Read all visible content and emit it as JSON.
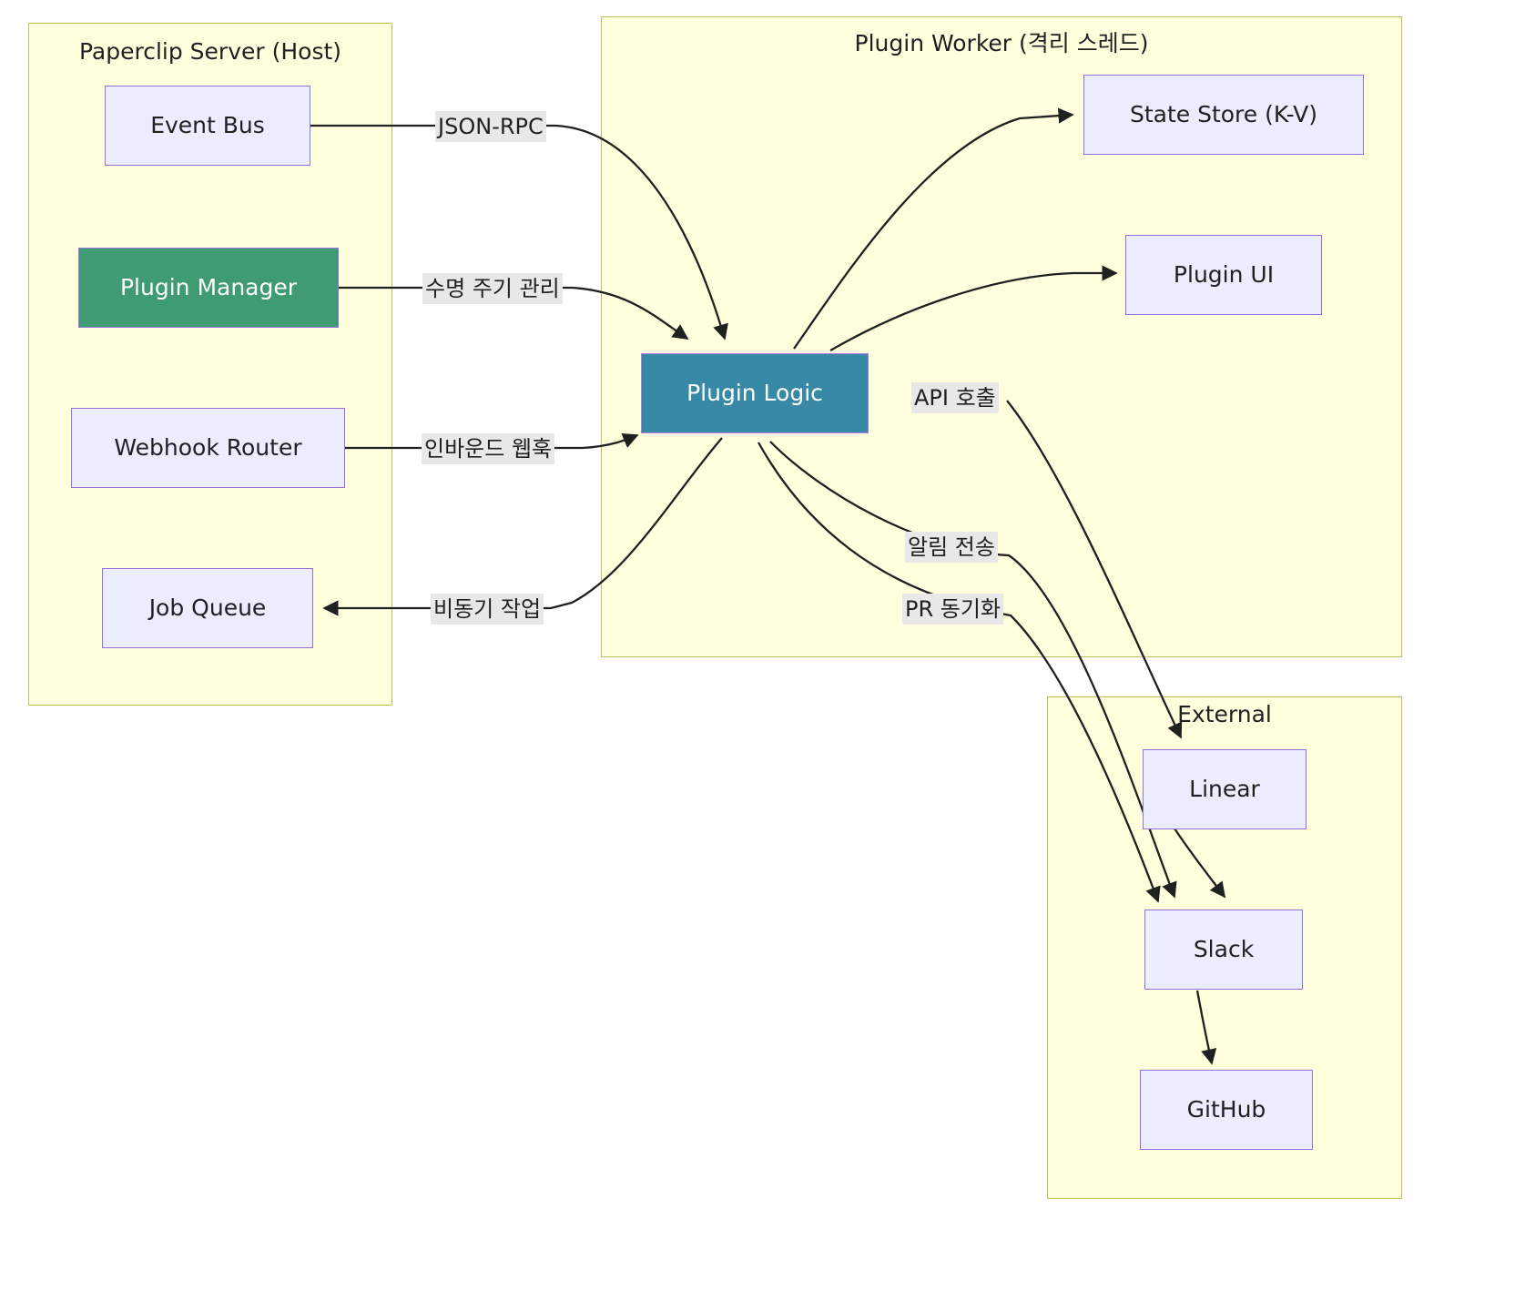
{
  "diagram": {
    "title": "Paperclip plugin architecture flowchart",
    "colors": {
      "cluster_fill": "#ffffde",
      "cluster_stroke": "#bfbf5f",
      "node_fill": "#ececff",
      "node_stroke": "#9370db",
      "accent_green": "#3e9b72",
      "accent_teal": "#3789a5",
      "edge_stroke": "#1f2020",
      "edge_label_bg": "#e8e8e8"
    },
    "clusters": [
      {
        "id": "host",
        "label": "Paperclip Server (Host)"
      },
      {
        "id": "worker",
        "label": "Plugin Worker (격리 스레드)"
      },
      {
        "id": "external",
        "label": "External"
      }
    ],
    "nodes": [
      {
        "id": "event-bus",
        "label": "Event Bus",
        "cluster": "host",
        "style": "default"
      },
      {
        "id": "plugin-manager",
        "label": "Plugin Manager",
        "cluster": "host",
        "style": "green"
      },
      {
        "id": "webhook-router",
        "label": "Webhook Router",
        "cluster": "host",
        "style": "default"
      },
      {
        "id": "job-queue",
        "label": "Job Queue",
        "cluster": "host",
        "style": "default"
      },
      {
        "id": "plugin-logic",
        "label": "Plugin Logic",
        "cluster": "worker",
        "style": "teal"
      },
      {
        "id": "state-store",
        "label": "State Store (K-V)",
        "cluster": "worker",
        "style": "default"
      },
      {
        "id": "plugin-ui",
        "label": "Plugin UI",
        "cluster": "worker",
        "style": "default"
      },
      {
        "id": "linear",
        "label": "Linear",
        "cluster": "external",
        "style": "default"
      },
      {
        "id": "slack",
        "label": "Slack",
        "cluster": "external",
        "style": "default"
      },
      {
        "id": "github",
        "label": "GitHub",
        "cluster": "external",
        "style": "default"
      }
    ],
    "edges": [
      {
        "from": "event-bus",
        "to": "plugin-logic",
        "label": "JSON-RPC"
      },
      {
        "from": "plugin-manager",
        "to": "plugin-logic",
        "label": "수명 주기 관리"
      },
      {
        "from": "webhook-router",
        "to": "plugin-logic",
        "label": "인바운드 웹훅"
      },
      {
        "from": "plugin-logic",
        "to": "job-queue",
        "label": "비동기 작업"
      },
      {
        "from": "plugin-logic",
        "to": "state-store",
        "label": ""
      },
      {
        "from": "plugin-logic",
        "to": "plugin-ui",
        "label": ""
      },
      {
        "from": "plugin-logic",
        "to": "linear",
        "label": "API 호출"
      },
      {
        "from": "plugin-logic",
        "to": "slack",
        "label": "알림 전송"
      },
      {
        "from": "plugin-logic",
        "to": "slack",
        "label": "PR 동기화"
      },
      {
        "from": "linear",
        "to": "slack",
        "label": ""
      },
      {
        "from": "slack",
        "to": "github",
        "label": ""
      }
    ],
    "edge_labels": {
      "json_rpc": "JSON-RPC",
      "lifecycle": "수명 주기 관리",
      "inbound_webhook": "인바운드 웹훅",
      "async_job": "비동기 작업",
      "api_call": "API 호출",
      "notify": "알림 전송",
      "pr_sync": "PR 동기화"
    }
  }
}
